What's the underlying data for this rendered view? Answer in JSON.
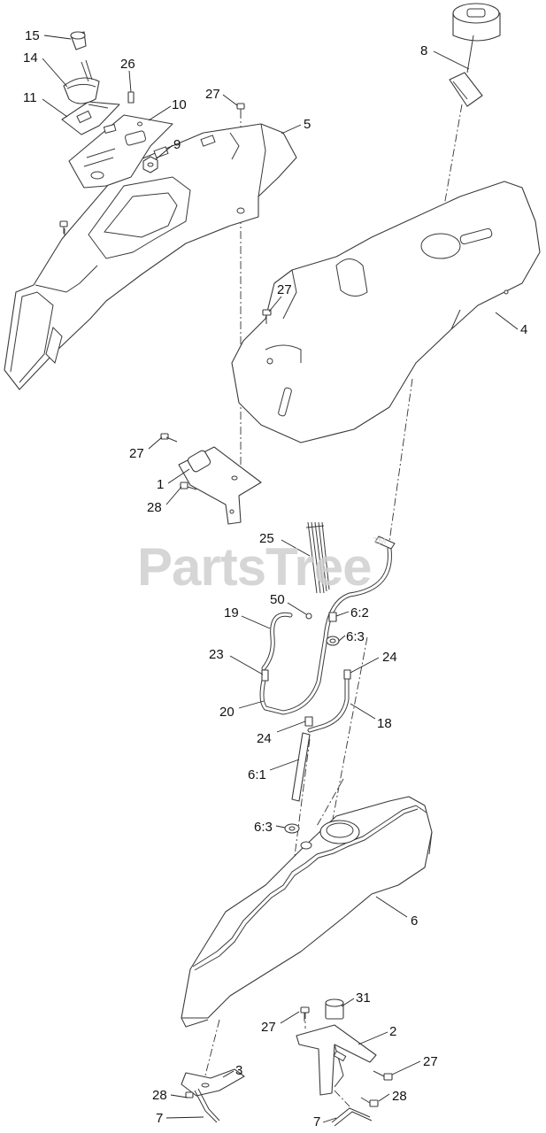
{
  "watermark": {
    "text": "PartsTree",
    "mark": "TM"
  },
  "callouts": [
    {
      "id": "c15",
      "label": "15"
    },
    {
      "id": "c14",
      "label": "14"
    },
    {
      "id": "c26",
      "label": "26"
    },
    {
      "id": "c11",
      "label": "11"
    },
    {
      "id": "c10",
      "label": "10"
    },
    {
      "id": "c27a",
      "label": "27"
    },
    {
      "id": "c5",
      "label": "5"
    },
    {
      "id": "c9",
      "label": "9"
    },
    {
      "id": "c8",
      "label": "8"
    },
    {
      "id": "c27b",
      "label": "27"
    },
    {
      "id": "c4",
      "label": "4"
    },
    {
      "id": "c27c",
      "label": "27"
    },
    {
      "id": "c1",
      "label": "1"
    },
    {
      "id": "c28a",
      "label": "28"
    },
    {
      "id": "c25",
      "label": "25"
    },
    {
      "id": "c50",
      "label": "50"
    },
    {
      "id": "c19",
      "label": "19"
    },
    {
      "id": "c62",
      "label": "6:2"
    },
    {
      "id": "c63a",
      "label": "6:3"
    },
    {
      "id": "c23",
      "label": "23"
    },
    {
      "id": "c24a",
      "label": "24"
    },
    {
      "id": "c20",
      "label": "20"
    },
    {
      "id": "c24b",
      "label": "24"
    },
    {
      "id": "c18",
      "label": "18"
    },
    {
      "id": "c61",
      "label": "6:1"
    },
    {
      "id": "c63b",
      "label": "6:3"
    },
    {
      "id": "c6",
      "label": "6"
    },
    {
      "id": "c31",
      "label": "31"
    },
    {
      "id": "c27d",
      "label": "27"
    },
    {
      "id": "c2",
      "label": "2"
    },
    {
      "id": "c27e",
      "label": "27"
    },
    {
      "id": "c3",
      "label": "3"
    },
    {
      "id": "c28b",
      "label": "28"
    },
    {
      "id": "c28c",
      "label": "28"
    },
    {
      "id": "c7a",
      "label": "7"
    },
    {
      "id": "c7b",
      "label": "7"
    }
  ]
}
